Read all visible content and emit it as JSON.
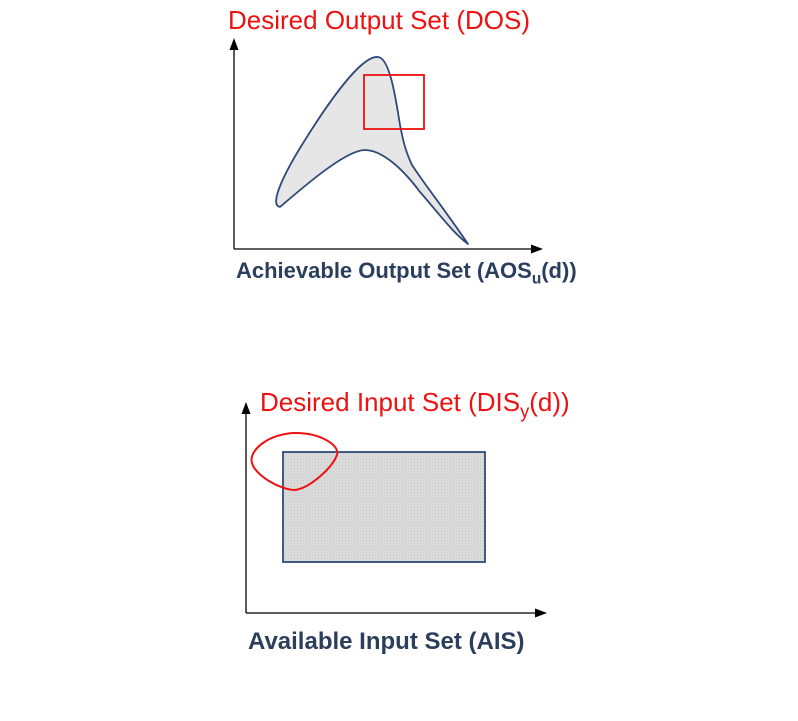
{
  "top_diagram": {
    "title": "Desired Output Set (DOS)",
    "xlabel": {
      "main": "Achievable Output Set (AOS",
      "subscript": "u",
      "suffix": "(d))"
    }
  },
  "bottom_diagram": {
    "title": {
      "main": "Desired Input Set (DIS",
      "subscript": "y",
      "suffix": "(d))"
    },
    "xlabel": "Available Input Set (AIS)"
  },
  "colors": {
    "region_fill": "#e6e6e6",
    "region_stroke": "#2f4a7a",
    "highlight": "#ee1111",
    "axis": "#000000",
    "label_blue": "#2b3f5c"
  }
}
